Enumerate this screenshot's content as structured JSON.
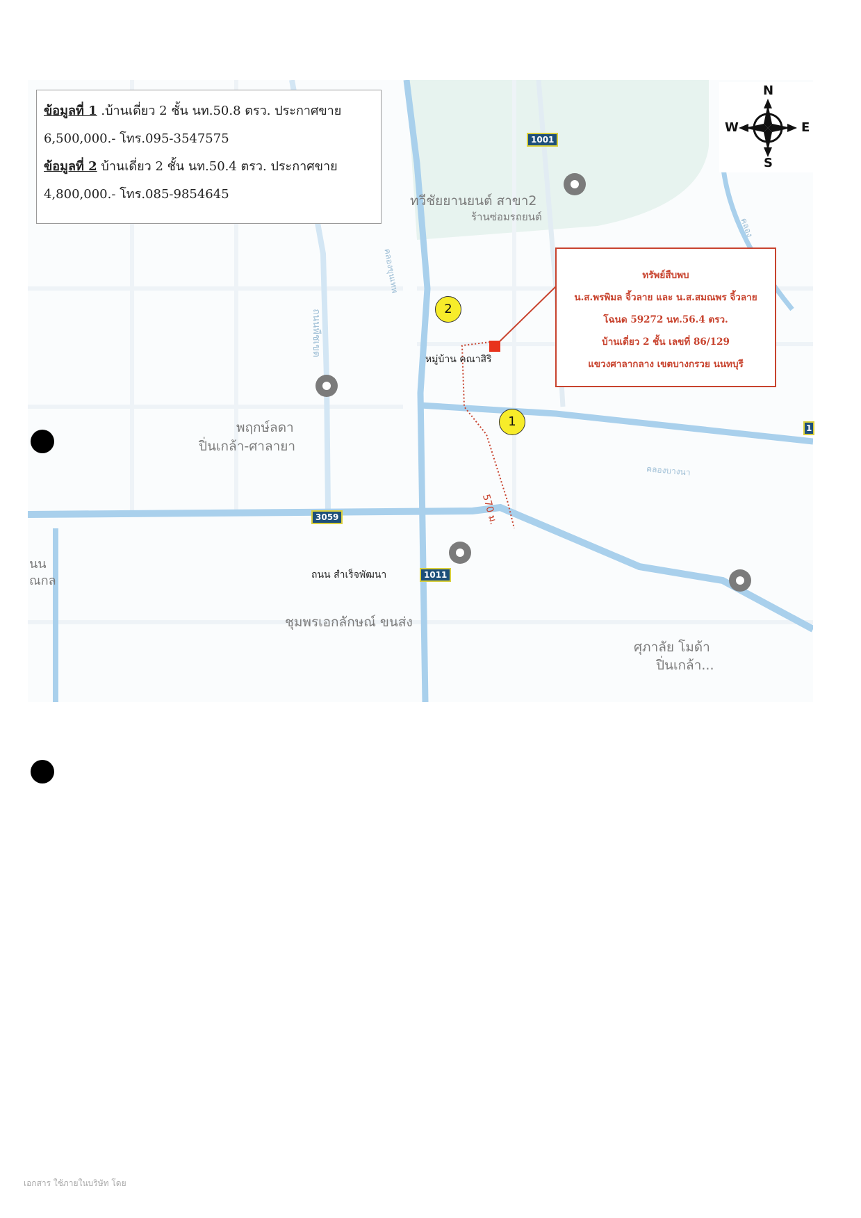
{
  "info_box": {
    "line1_label": "ข้อมูลที่ 1",
    "line1_text": " .บ้านเดี่ยว 2 ชั้น นท.50.8 ตรว. ประกาศขาย",
    "line2_text": "6,500,000.- โทร.095-3547575",
    "line3_label": "ข้อมูลที่ 2",
    "line3_text": " บ้านเดี่ยว 2 ชั้น นท.50.4 ตรว. ประกาศขาย",
    "line4_text": "4,800,000.- โทร.085-9854645"
  },
  "compass": {
    "north": "N",
    "south": "S",
    "east": "E",
    "west": "W"
  },
  "property_box": {
    "title": "ทรัพย์สืบพบ",
    "owners": "น.ส.พรพิมล จิ้วลาย และ น.ส.สมณพร จิ้วลาย",
    "deed": "โฉนด 59272 นท.56.4 ตรว.",
    "house": "บ้านเดี่ยว 2 ชั้น เลขที่ 86/129",
    "location": "แขวงศาลากลาง เขตบางกรวย นนทบุรี"
  },
  "map": {
    "poi_1_name": "ทวีชัยยานยนต์ สาขา2",
    "poi_1_sub": "ร้านซ่อมรถยนต์",
    "poi_2_name": "พฤกษ์ลดา",
    "poi_2_sub": "ปิ่นเกล้า-ศาลายา",
    "poi_3_name": "ชุมพรเอกลักษณ์ ขนส่ง",
    "poi_4_name": "ศุภาลัย โมด้า",
    "poi_4_sub": "ปิ่นเกล้า...",
    "village": "หมู่บ้าน คณาสิริ",
    "road_main": "ถนน สำเร็จพัฒนา",
    "road_vertical": "ถนนพืชเขต",
    "canal_1": "คลองขุนเทพ",
    "canal_2": "คลองบางนา",
    "canal_3": "คลอง",
    "left_label_1": "นน",
    "left_label_2": "ณกล",
    "distance": "570 ม.",
    "shield_1001": "1001",
    "shield_3059": "3059",
    "shield_1011": "1011",
    "shield_edge": "1",
    "marker_1": "1",
    "marker_2": "2",
    "route_color": "#c8432e",
    "road_color": "#a9d0ec",
    "park_color": "#e7f3ef"
  },
  "footer": "เอกสาร ใช้ภายในบริษัท โดย"
}
